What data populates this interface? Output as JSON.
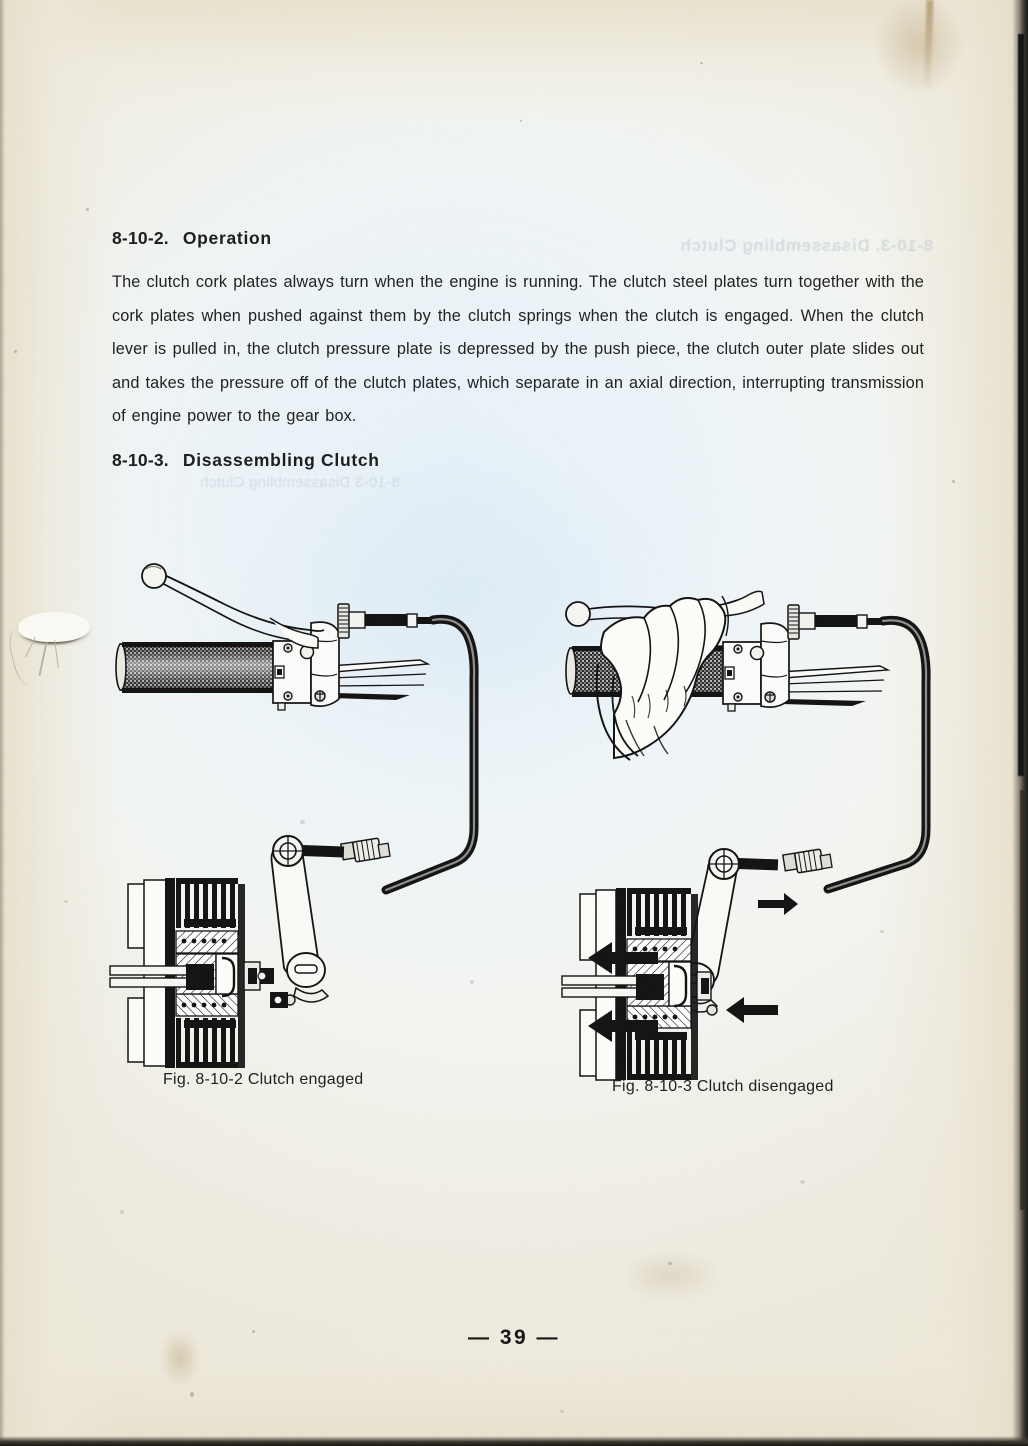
{
  "document": {
    "page_number": "39",
    "folio": "— 39 —"
  },
  "sections": [
    {
      "number": "8-10-2.",
      "title": "Operation",
      "body": "The clutch cork plates always turn when the engine is running. The clutch steel plates turn together with the cork plates when pushed against them by the clutch springs when the clutch is engaged. When the clutch lever is pulled in, the clutch pressure plate is depressed by the push piece, the clutch outer plate slides out and takes the pressure off of the clutch plates, which separate in an axial direction, interrupting transmission of engine power to the gear box."
    },
    {
      "number": "8-10-3.",
      "title": "Disassembling Clutch",
      "body": ""
    }
  ],
  "figures": [
    {
      "id": "fig-8-10-2",
      "caption": "Fig.  8-10-2 Clutch engaged",
      "caption_label": "Fig.",
      "caption_number": "8-10-2",
      "caption_text": "Clutch engaged",
      "state": "engaged",
      "parts": [
        "handlebar grip",
        "clutch lever with ball end",
        "lever perch clamp",
        "cable adjuster",
        "clutch cable",
        "clutch release arm",
        "cable barrel adjuster",
        "clutch plate pack cross-section",
        "clutch springs",
        "push rod"
      ]
    },
    {
      "id": "fig-8-10-3",
      "caption": "Fig.  8-10-3 Clutch disengaged",
      "caption_label": "Fig.",
      "caption_number": "8-10-3",
      "caption_text": "Clutch disengaged",
      "state": "disengaged",
      "parts": [
        "hand gripping lever",
        "handlebar grip",
        "clutch lever pulled in",
        "lever perch clamp",
        "cable adjuster",
        "clutch cable",
        "clutch release arm rotated",
        "cable barrel adjuster",
        "clutch plate pack cross-section separated",
        "motion arrows"
      ],
      "arrows": [
        {
          "name": "cable-pull-arrow",
          "direction": "right"
        },
        {
          "name": "arm-push-arrow",
          "direction": "left"
        },
        {
          "name": "plate-release-arrow-upper",
          "direction": "left"
        },
        {
          "name": "plate-release-arrow-lower",
          "direction": "left"
        }
      ]
    }
  ],
  "ghost_text": {
    "heading": "8-10-3.  Disassembling Clutch",
    "line": "8-10-3  Disassembling Clutch"
  },
  "colors": {
    "paper_warm": "#efece0",
    "paper_cool": "#f4f8fb",
    "ink": "#1b1b1b",
    "edge_dark": "#16150f",
    "stain": "#a0804a",
    "ghost": "#b9c6cf"
  }
}
